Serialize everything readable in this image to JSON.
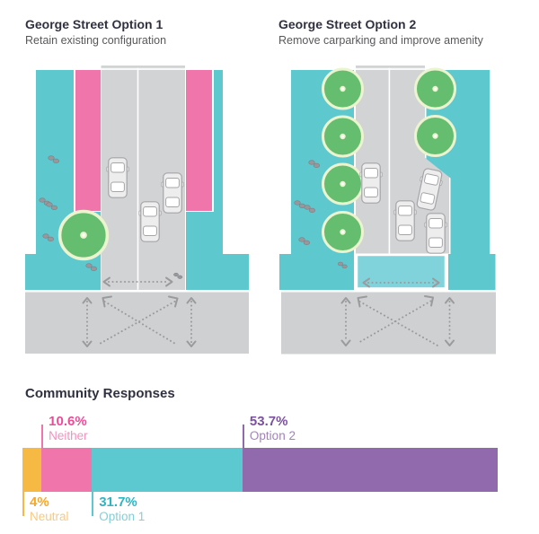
{
  "panels": [
    {
      "title": "George Street Option 1",
      "subtitle": "Retain existing configuration"
    },
    {
      "title": "George Street Option 2",
      "subtitle": "Remove carparking and improve amenity"
    }
  ],
  "diagram_legend": {
    "teal_areas": "footpath",
    "pink_areas": "carparking lane",
    "gray_areas": "roadway and intersection",
    "green_circles": "trees",
    "light_teal_rectangle": "raised pedestrian crossing",
    "dotted_arrows": "pedestrian movement"
  },
  "chart": {
    "title": "Community Responses",
    "chart_data": {
      "type": "stacked_bar_100",
      "orientation": "horizontal",
      "total_pct": 100,
      "segments": [
        {
          "label": "Neutral",
          "pct": 4,
          "pct_label": "4%",
          "color": "#F5B944",
          "pct_color": "#F7A728",
          "name_color": "#F9C97F",
          "callout": "below"
        },
        {
          "label": "Neither",
          "pct": 10.6,
          "pct_label": "10.6%",
          "color": "#F075AB",
          "pct_color": "#EC4D98",
          "name_color": "#F490BE",
          "callout": "above"
        },
        {
          "label": "Option 1",
          "pct": 31.7,
          "pct_label": "31.7%",
          "color": "#5CC9D1",
          "pct_color": "#2FB4C1",
          "name_color": "#7FD1D8",
          "callout": "below"
        },
        {
          "label": "Option 2",
          "pct": 53.7,
          "pct_label": "53.7%",
          "color": "#9169AD",
          "pct_color": "#7C51A0",
          "name_color": "#A57FC2",
          "callout": "above"
        }
      ]
    }
  },
  "colors": {
    "teal": "#5EC8CF",
    "pink": "#F075AB",
    "green": "#65BD6F",
    "tree-ring": "#EBF3CF",
    "lane-gray": "#D2D3D5",
    "intersection-gray": "#CFD0D2",
    "crossing-teal": "#80D3DA",
    "arrow-gray": "#9B9B9D",
    "title-dark": "#303140",
    "subtitle-gray": "#58585B",
    "car-body": "#EDEDEE",
    "car-line": "#A5A5A8",
    "people-gray": "#97979C"
  }
}
